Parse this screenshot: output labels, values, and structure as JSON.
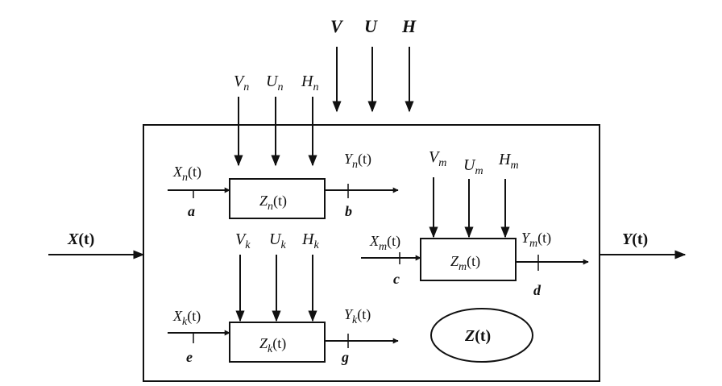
{
  "external_inputs": {
    "v": "V",
    "u": "U",
    "h": "H"
  },
  "system": {
    "input": {
      "label": "X",
      "arg": "(t)"
    },
    "output": {
      "label": "Y",
      "arg": "(t)"
    },
    "state": {
      "label": "Z",
      "arg": "(t)"
    }
  },
  "block_n": {
    "inputs": {
      "v": "V",
      "v_sub": "n",
      "u": "U",
      "u_sub": "n",
      "h": "H",
      "h_sub": "n"
    },
    "x": "X",
    "x_sub": "n",
    "x_arg": "(t)",
    "y": "Y",
    "y_sub": "n",
    "y_arg": "(t)",
    "z": "Z",
    "z_sub": "n",
    "z_arg": "(t)",
    "point_in": "a",
    "point_out": "b"
  },
  "block_k": {
    "inputs": {
      "v": "V",
      "v_sub": "k",
      "u": "U",
      "u_sub": "k",
      "h": "H",
      "h_sub": "k"
    },
    "x": "X",
    "x_sub": "k",
    "x_arg": "(t)",
    "y": "Y",
    "y_sub": "k",
    "y_arg": "(t)",
    "z": "Z",
    "z_sub": "k",
    "z_arg": "(t)",
    "point_in": "e",
    "point_out": "g"
  },
  "block_m": {
    "inputs": {
      "v": "V",
      "v_sub": "m",
      "u": "U",
      "u_sub": "m",
      "h": "H",
      "h_sub": "m"
    },
    "x": "X",
    "x_sub": "m",
    "x_arg": "(t)",
    "y": "Y",
    "y_sub": "m",
    "y_arg": "(t)",
    "z": "Z",
    "z_sub": "m",
    "z_arg": "(t)",
    "point_in": "c",
    "point_out": "d"
  }
}
